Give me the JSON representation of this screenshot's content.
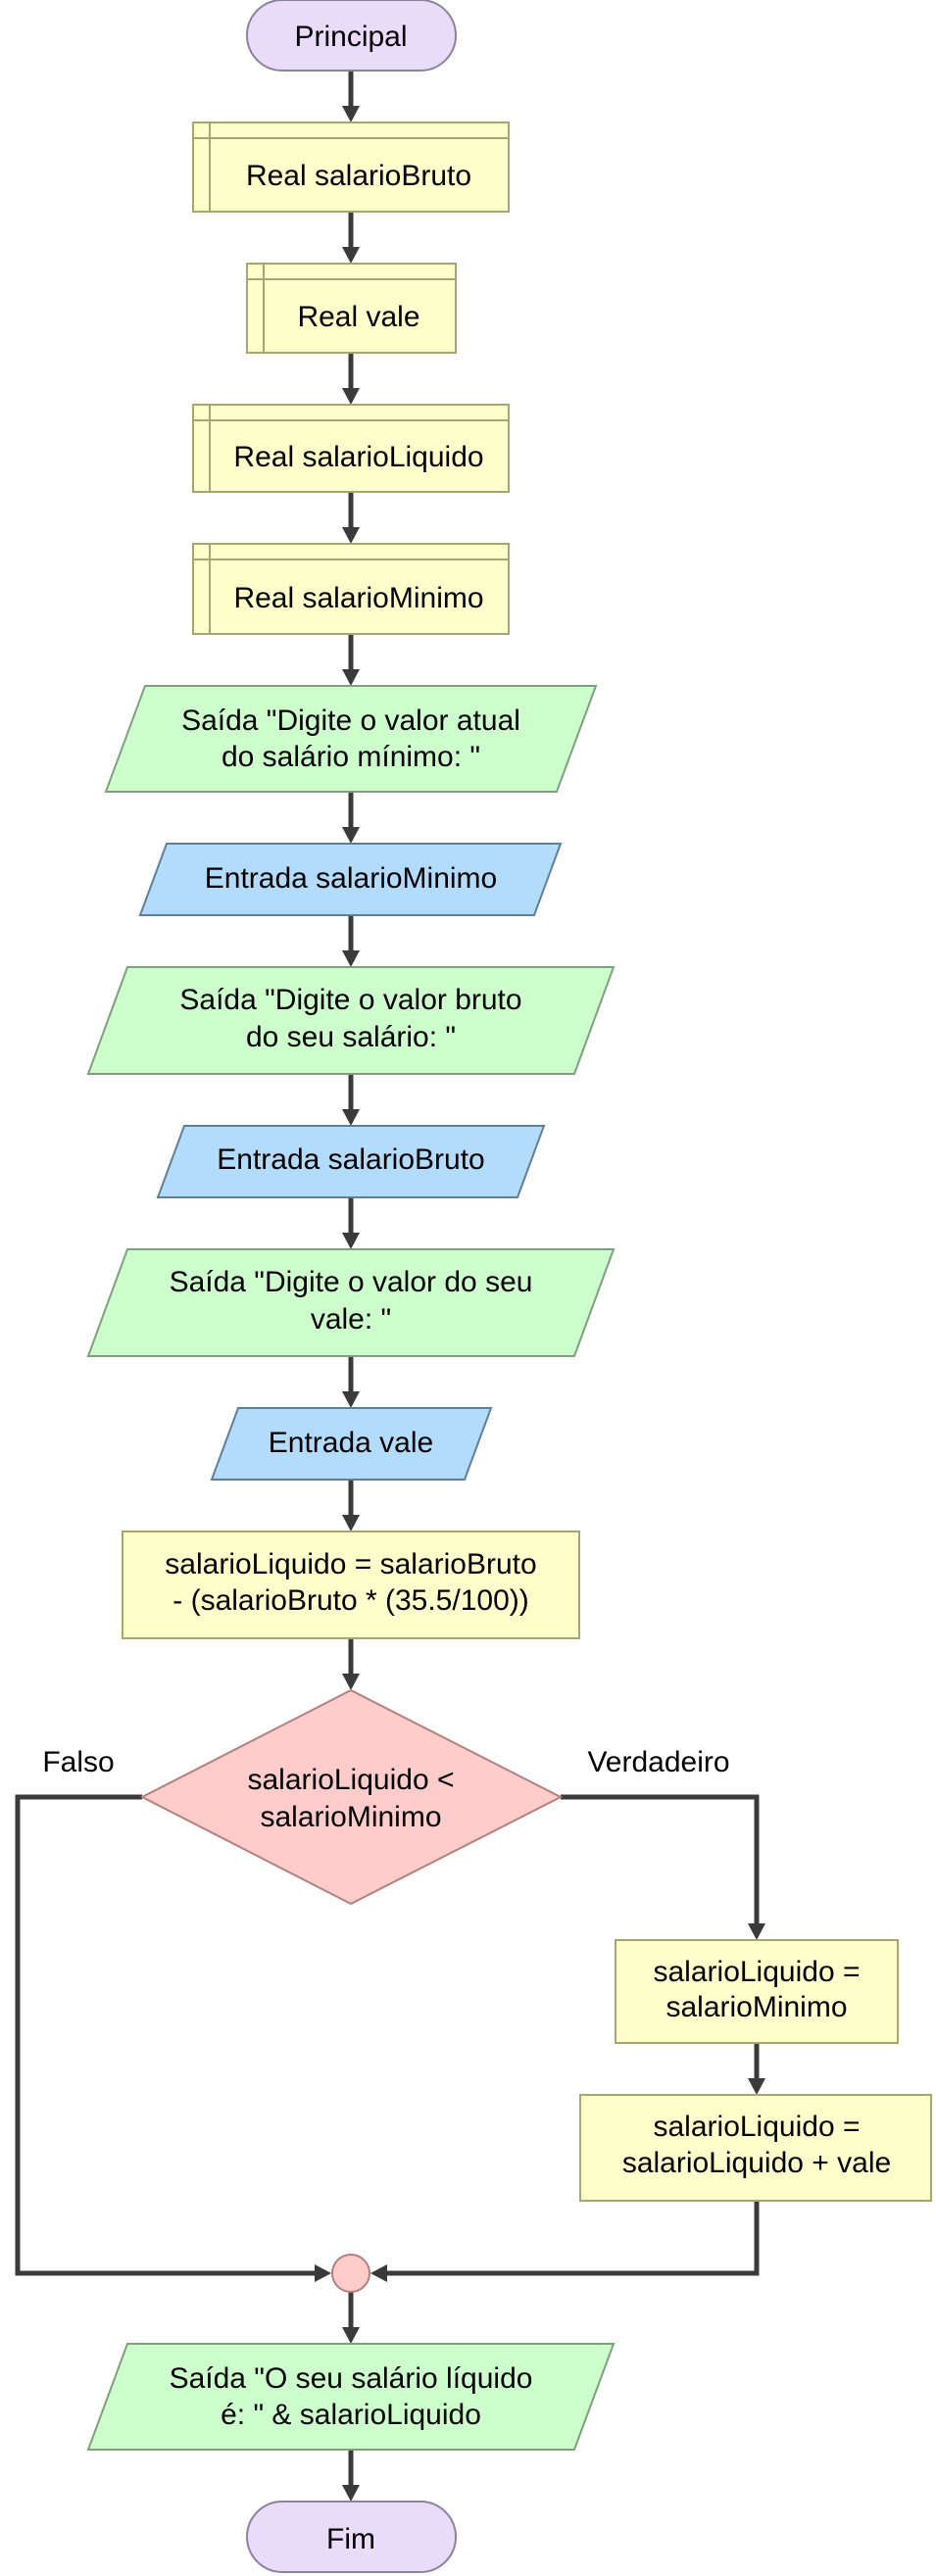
{
  "colors": {
    "terminal_fill": "#e8dcfa",
    "terminal_stroke": "#8c82a0",
    "declare_fill": "#ffffcc",
    "declare_stroke": "#a6a66e",
    "output_fill": "#ccffcc",
    "output_stroke": "#7fa07f",
    "input_fill": "#b3dcfc",
    "input_stroke": "#5f7f99",
    "process_fill": "#ffffcc",
    "process_stroke": "#a6a66e",
    "decision_fill": "#ffcccc",
    "decision_stroke": "#b38080",
    "connector_fill": "#ffcccc",
    "connector_stroke": "#b38080",
    "edge": "#3a3a3a"
  },
  "nodes": {
    "start": {
      "lines": [
        "Principal"
      ]
    },
    "decl_salario_bruto": {
      "lines": [
        "Real salarioBruto"
      ]
    },
    "decl_vale": {
      "lines": [
        "Real vale"
      ]
    },
    "decl_salario_liquido": {
      "lines": [
        "Real salarioLiquido"
      ]
    },
    "decl_salario_minimo": {
      "lines": [
        "Real salarioMinimo"
      ]
    },
    "out_salario_minimo": {
      "lines": [
        "Saída \"Digite o valor atual",
        "do salário mínimo: \""
      ]
    },
    "in_salario_minimo": {
      "lines": [
        "Entrada salarioMinimo"
      ]
    },
    "out_salario_bruto": {
      "lines": [
        "Saída \"Digite o valor bruto",
        "do seu salário: \""
      ]
    },
    "in_salario_bruto": {
      "lines": [
        "Entrada salarioBruto"
      ]
    },
    "out_vale": {
      "lines": [
        "Saída \"Digite o valor do seu",
        "vale: \""
      ]
    },
    "in_vale": {
      "lines": [
        "Entrada vale"
      ]
    },
    "calc_liquido": {
      "lines": [
        "salarioLiquido = salarioBruto",
        "- (salarioBruto * (35.5/100))"
      ]
    },
    "decision": {
      "lines": [
        "salarioLiquido <",
        "salarioMinimo"
      ]
    },
    "assign_minimo": {
      "lines": [
        "salarioLiquido =",
        "salarioMinimo"
      ]
    },
    "add_vale": {
      "lines": [
        "salarioLiquido =",
        "salarioLiquido + vale"
      ]
    },
    "out_result": {
      "lines": [
        "Saída \"O seu salário líquido",
        "é: \" & salarioLiquido"
      ]
    },
    "end": {
      "lines": [
        "Fim"
      ]
    }
  },
  "branches": {
    "false_label": "Falso",
    "true_label": "Verdadeiro"
  }
}
